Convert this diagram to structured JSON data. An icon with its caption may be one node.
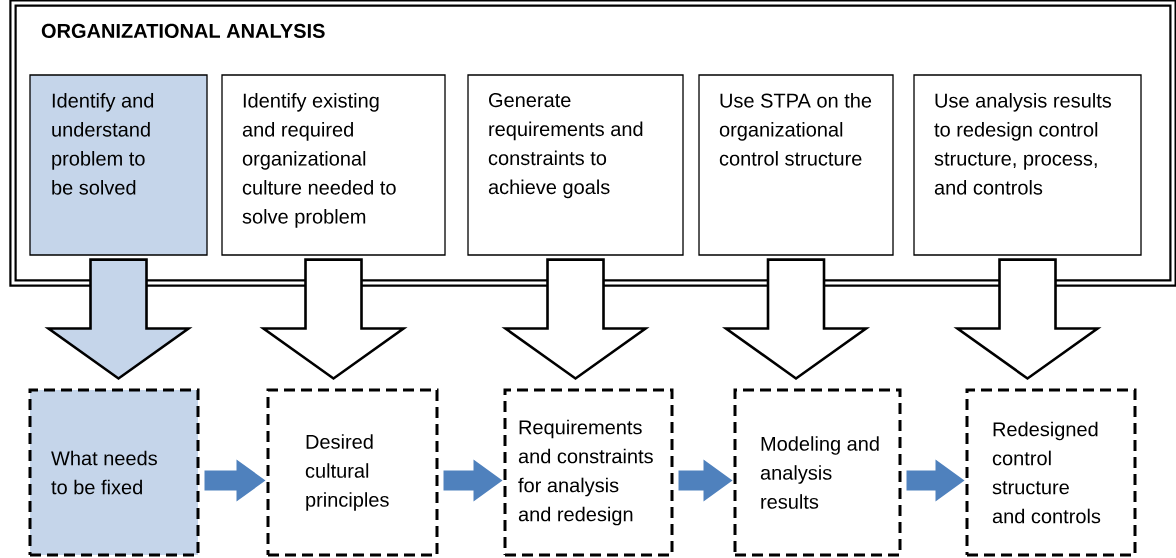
{
  "diagram": {
    "nodes": [
      {
        "text": [
          "ORGANIZATIONAL ANALYSIS"
        ]
      },
      {
        "text": [
          "Identify and understand problem to be solved"
        ],
        "in": 0
      },
      {
        "text": [
          "Identify existing and required organizational culture needed to solve problem"
        ],
        "in": 0
      },
      {
        "text": [
          "Generate requirements and constraints to achieve goals"
        ],
        "in": 0
      },
      {
        "text": [
          "Use STPA on the organizational control structure"
        ],
        "in": 0
      },
      {
        "text": [
          "Use analysis results to redesign control structure, process, and controls"
        ],
        "in": 0
      },
      {
        "text": [
          "What needs to be fixed"
        ]
      },
      {
        "text": [
          "Desired cultural principles"
        ]
      },
      {
        "text": [
          "Requirements and constraints for analysis and redesign"
        ]
      },
      {
        "text": [
          "Modeling and analysis results"
        ]
      },
      {
        "text": [
          "Redesigned control structure and controls"
        ]
      }
    ],
    "edges": [
      {
        "from": 1,
        "to": 6,
        "arrow": "to",
        "color": "#c5d5ea"
      },
      {
        "from": 2,
        "to": 7,
        "arrow": "to"
      },
      {
        "from": 3,
        "to": 8,
        "arrow": "to"
      },
      {
        "from": 4,
        "to": 9,
        "arrow": "to"
      },
      {
        "from": 5,
        "to": 10,
        "arrow": "to"
      },
      {
        "from": 6,
        "to": 7,
        "arrow": "to",
        "style": "thick",
        "color": "#4f81bd"
      },
      {
        "from": 7,
        "to": 8,
        "arrow": "to",
        "style": "thick",
        "color": "#4f81bd"
      },
      {
        "from": 8,
        "to": 9,
        "arrow": "to",
        "style": "thick",
        "color": "#4f81bd"
      },
      {
        "from": 9,
        "to": 10,
        "arrow": "to",
        "style": "thick",
        "color": "#4f81bd"
      }
    ]
  }
}
